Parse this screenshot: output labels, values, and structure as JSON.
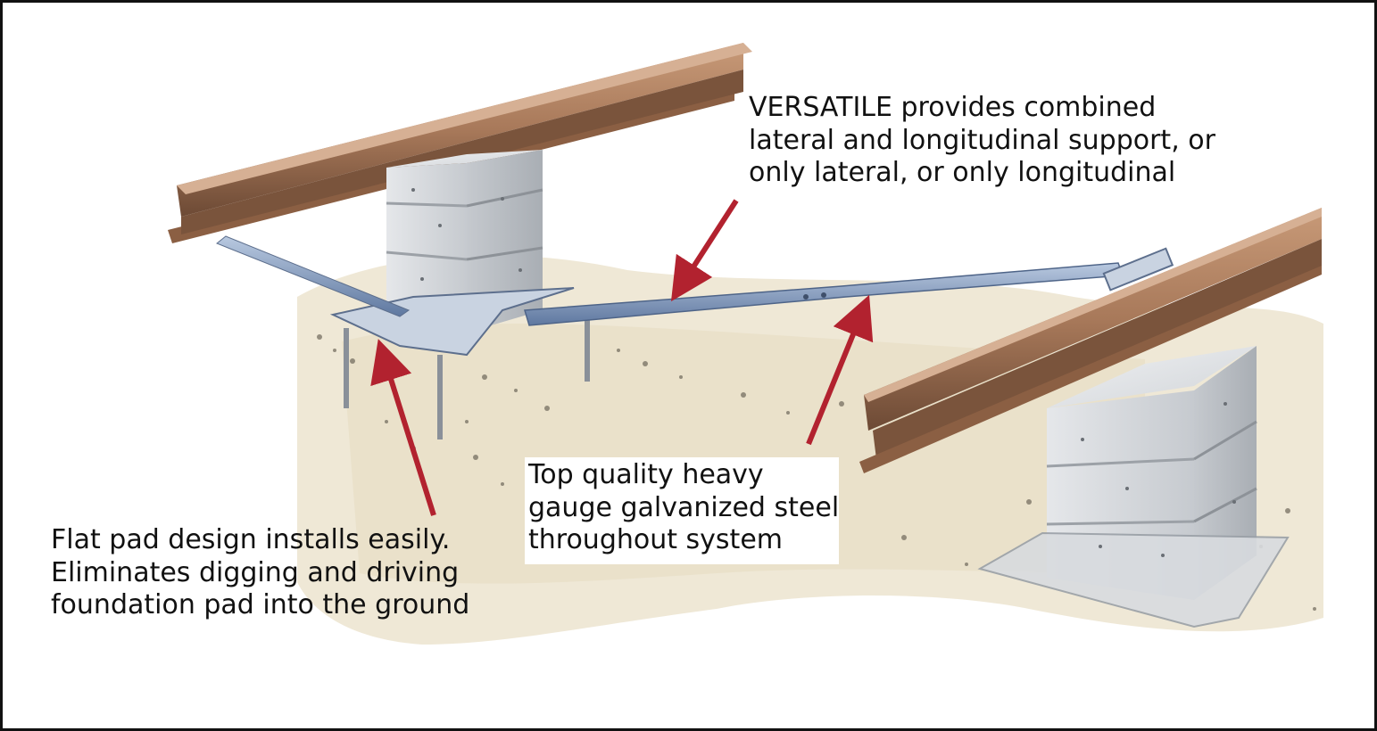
{
  "callouts": {
    "versatile": {
      "lines": [
        "VERSATILE provides combined",
        "lateral and longitudinal support, or",
        "only lateral, or only longitudinal"
      ]
    },
    "steel": {
      "lines": [
        "Top quality heavy",
        "gauge galvanized steel",
        "throughout system"
      ]
    },
    "pad": {
      "lines": [
        "Flat pad design installs easily.",
        "Eliminates digging and driving",
        "foundation pad into the ground"
      ]
    }
  },
  "colors": {
    "arrow": "#b2222f",
    "beam": "#a8795a",
    "strut": "#7d95b8",
    "concrete": "#d9dcdf",
    "ground": "#ece4cf",
    "frame": "#111111"
  },
  "icons": [
    "arrow-icon"
  ]
}
